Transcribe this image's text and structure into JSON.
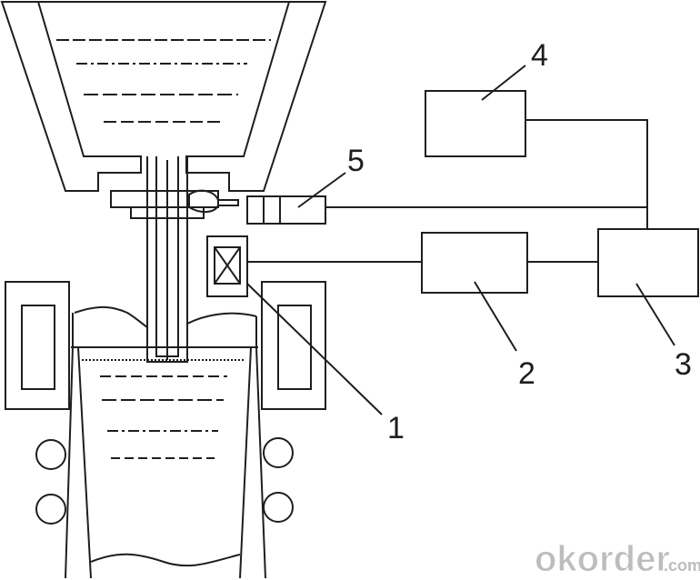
{
  "callouts": [
    {
      "id": "1",
      "label": "1"
    },
    {
      "id": "2",
      "label": "2"
    },
    {
      "id": "3",
      "label": "3"
    },
    {
      "id": "4",
      "label": "4"
    },
    {
      "id": "5",
      "label": "5"
    }
  ],
  "watermark": {
    "main": "okorder",
    "tld": ".com"
  },
  "colors": {
    "ink": "#1e1e1e",
    "watermark": "#bdbdbd"
  }
}
